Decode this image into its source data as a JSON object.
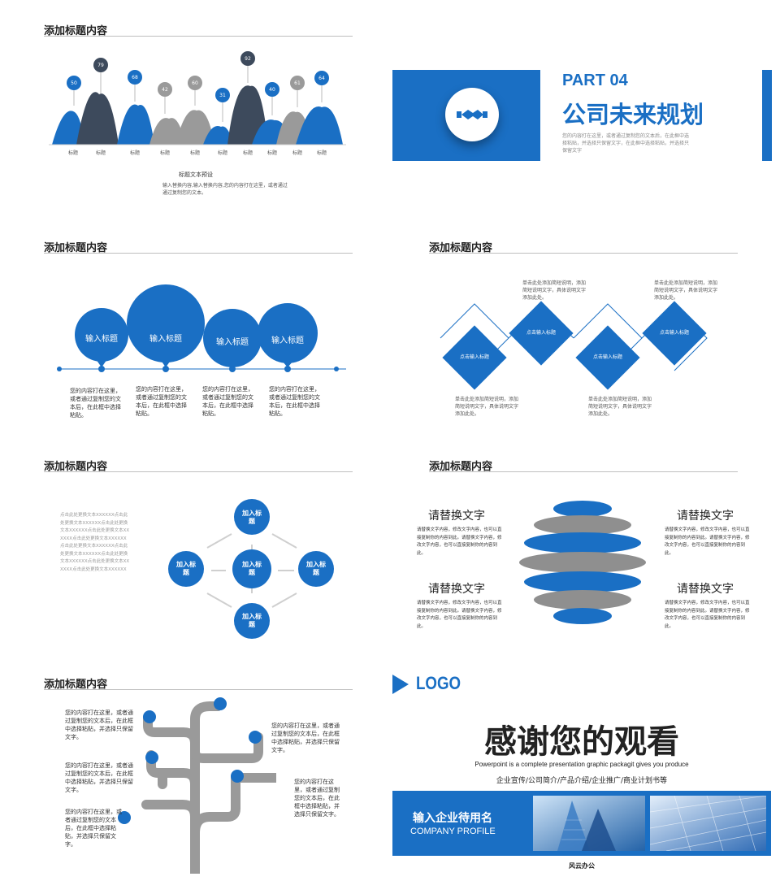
{
  "colors": {
    "blue": "#1a6fc4",
    "navy": "#3d4a5c",
    "gray": "#9a9a9a",
    "dark_gray": "#7a7a7a",
    "light_rule": "#bfbfbf"
  },
  "slide1": {
    "title": "添加标题内容",
    "values": [
      "50",
      "79",
      "68",
      "42",
      "60",
      "31",
      "92",
      "40",
      "61",
      "64"
    ],
    "labels": [
      "标题",
      "标题",
      "标题",
      "标题",
      "标题",
      "标题",
      "标题",
      "标题",
      "标题",
      "标题"
    ],
    "caption_title": "标题文本预设",
    "caption_text": "输入替换内容,输入替换内容,您的内容打在这里，或者通过通过复制您的文本。"
  },
  "slide2": {
    "part": "PART 04",
    "heading": "公司未来规划",
    "icon": "handshake-icon",
    "desc": "您的内容打在这里，或者通过复制您的文本后，在此框中选择粘贴，并选择只保留文字，在此框中选择粘贴，并选择只保留文字"
  },
  "slide3": {
    "title": "添加标题内容",
    "bubbles": [
      "输入标题",
      "输入标题",
      "输入标题",
      "输入标题"
    ],
    "texts": [
      "您的内容打在这里，或者通过复制您的文本后，在此框中选择粘贴。",
      "您的内容打在这里，或者通过复制您的文本后，在此框中选择粘贴。",
      "您的内容打在这里，或者通过复制您的文本后，在此框中选择粘贴。",
      "您的内容打在这里，或者通过复制您的文本后，在此框中选择粘贴。"
    ]
  },
  "slide4": {
    "title": "添加标题内容",
    "diamonds": [
      "点击输入标题",
      "点击输入标题",
      "点击输入标题",
      "点击输入标题"
    ],
    "notes": [
      "单击此处添加简短说明，添加简短说明文字，具体说明文字添加此处。",
      "单击此处添加简短说明，添加简短说明文字，具体说明文字添加此处。",
      "单击此处添加简短说明，添加简短说明文字，具体说明文字添加此处。",
      "单击此处添加简短说明，添加简短说明文字，具体说明文字添加此处。"
    ]
  },
  "slide5": {
    "title": "添加标题内容",
    "left_text": "点击此处更换文本XXXXXX点击此处更换文本XXXXXX点击此处更换文本XXXXXX点击此处更换文本XXXXXX点击此处更换文本XXXXXX点击此处更换文本XXXXXX点击此处更换文本XXXXXX点击此处更换文本XXXXXX点击此处更换文本XXXXXX点击此处更换文本XXXXXX",
    "center": "加入标题",
    "top": "加入标题",
    "left": "加入标题",
    "right": "加入标题",
    "bottom": "加入标题"
  },
  "slide6": {
    "title": "添加标题内容",
    "headings": [
      "请替换文字",
      "请替换文字",
      "请替换文字",
      "请替换文字"
    ],
    "body": "请替换文字内容，修改文字内容，也可以直接复制你的内容到此。请替换文字内容，修改文字内容，也可以直接复制你的内容到此。"
  },
  "slide7": {
    "title": "添加标题内容",
    "texts": [
      "您的内容打在这里，或者通过复制您的文本后，在此框中选择粘贴，并选择只保留文字。",
      "您的内容打在这里，或者通过复制您的文本后，在此框中选择粘贴，并选择只保留文字。",
      "您的内容打在这里，或者通过复制您的文本后，在此框中选择粘贴，并选择只保留文字。",
      "您的内容打在这里，或者通过复制您的文本后，在此框中选择粘贴，并选择只保留文字。",
      "您的内容打在这里，或者通过复制您的文本后，在此框中选择粘贴，并选择只保留文字。"
    ]
  },
  "slide8": {
    "logo": "LOGO",
    "thanks": "感谢您的观看",
    "subtitle": "Powerpoint is a complete presentation graphic packagit gives you produce",
    "tags": "企业宣传/公司简介/产品介绍/企业推广/商业计划书等",
    "company": "输入企业待用名",
    "profile": "COMPANY PROFILE",
    "footer": "风云办公"
  }
}
